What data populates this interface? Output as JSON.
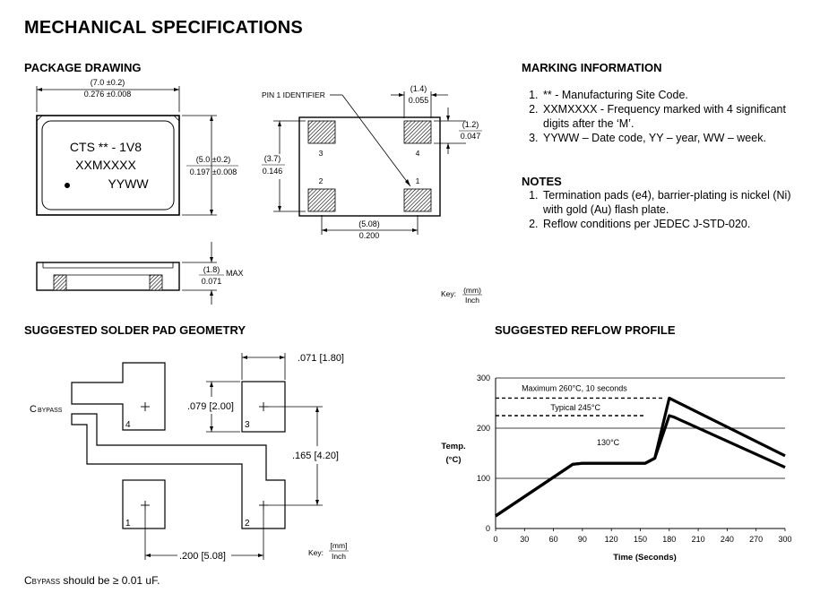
{
  "title": "MECHANICAL SPECIFICATIONS",
  "package_drawing": {
    "heading": "PACKAGE DRAWING",
    "width_mm": "(7.0 ±0.2)",
    "width_in": "0.276 ±0.008",
    "height_mm": "(5.0 ±0.2)",
    "height_in": "0.197 ±0.008",
    "marking_line1": "CTS ** - 1V8",
    "marking_line2": "XXMXXXX",
    "marking_line3": "YYWW",
    "thickness_mm": "(1.8)",
    "thickness_in": "0.071",
    "thickness_note": "MAX",
    "pin1_label": "PIN 1 IDENTIFIER",
    "pad_w_mm": "(1.4)",
    "pad_w_in": "0.055",
    "pad_h_mm": "(1.2)",
    "pad_h_in": "0.047",
    "pad_span_mm": "(3.7)",
    "pad_span_in": "0.146",
    "pitch_mm": "(5.08)",
    "pitch_in": "0.200",
    "pad_numbers": [
      "1",
      "2",
      "3",
      "4"
    ],
    "key_label": "Key:",
    "key_top": "(mm)",
    "key_bottom": "Inch"
  },
  "marking_info": {
    "heading": "MARKING INFORMATION",
    "items": [
      "** - Manufacturing Site Code.",
      "XXMXXXX - Frequency marked with 4 significant digits after the ‘M’.",
      "YYWW – Date code, YY – year, WW – week."
    ]
  },
  "notes": {
    "heading": "NOTES",
    "items": [
      "Termination pads (e4), barrier-plating is nickel (Ni) with gold (Au) flash plate.",
      "Reflow conditions per JEDEC J-STD-020."
    ]
  },
  "solder_pad": {
    "heading": "SUGGESTED SOLDER PAD GEOMETRY",
    "cbypass": "C",
    "cbypass_sub": "BYPASS",
    "dim_width": ".071 [1.80]",
    "dim_height": ".079 [2.00]",
    "dim_vspan": ".165 [4.20]",
    "dim_hspan": ".200 [5.08]",
    "pad_numbers": [
      "1",
      "2",
      "3",
      "4"
    ],
    "key_label": "Key:",
    "key_top": "[mm]",
    "key_bottom": "Inch",
    "footnote_c": "C",
    "footnote_sub": "BYPASS",
    "footnote_rest": " should be ≥ 0.01 uF."
  },
  "reflow": {
    "heading": "SUGGESTED REFLOW PROFILE",
    "max_label": "Maximum  260°C,  10 seconds",
    "typical_label": "Typical  245°C",
    "plateau_label": "130°C"
  },
  "chart_data": {
    "type": "line",
    "title": "",
    "xlabel": "Time (Seconds)",
    "ylabel": "Temp. (°C)",
    "xlim": [
      0,
      300
    ],
    "ylim": [
      0,
      300
    ],
    "xticks": [
      0,
      30,
      60,
      90,
      120,
      150,
      180,
      210,
      240,
      270,
      300
    ],
    "yticks": [
      0,
      100,
      200,
      300
    ],
    "hlines": [
      {
        "y": 260,
        "style": "dashed"
      },
      {
        "y": 225,
        "style": "dashed"
      }
    ],
    "series": [
      {
        "values_x": [
          0,
          80,
          90,
          155,
          165,
          180,
          185,
          300
        ],
        "values_y": [
          25,
          128,
          130,
          130,
          140,
          260,
          255,
          145
        ]
      },
      {
        "values_x": [
          0,
          80,
          90,
          155,
          165,
          180,
          185,
          300
        ],
        "values_y": [
          25,
          128,
          130,
          130,
          140,
          225,
          222,
          122
        ]
      }
    ],
    "grid": "horizontal"
  }
}
